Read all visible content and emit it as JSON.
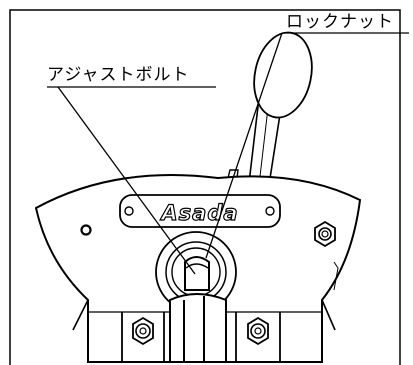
{
  "labels": {
    "lock_nut": "ロックナット",
    "adjust_bolt": "アジャストボルト"
  },
  "brand": {
    "name": "Asada"
  }
}
